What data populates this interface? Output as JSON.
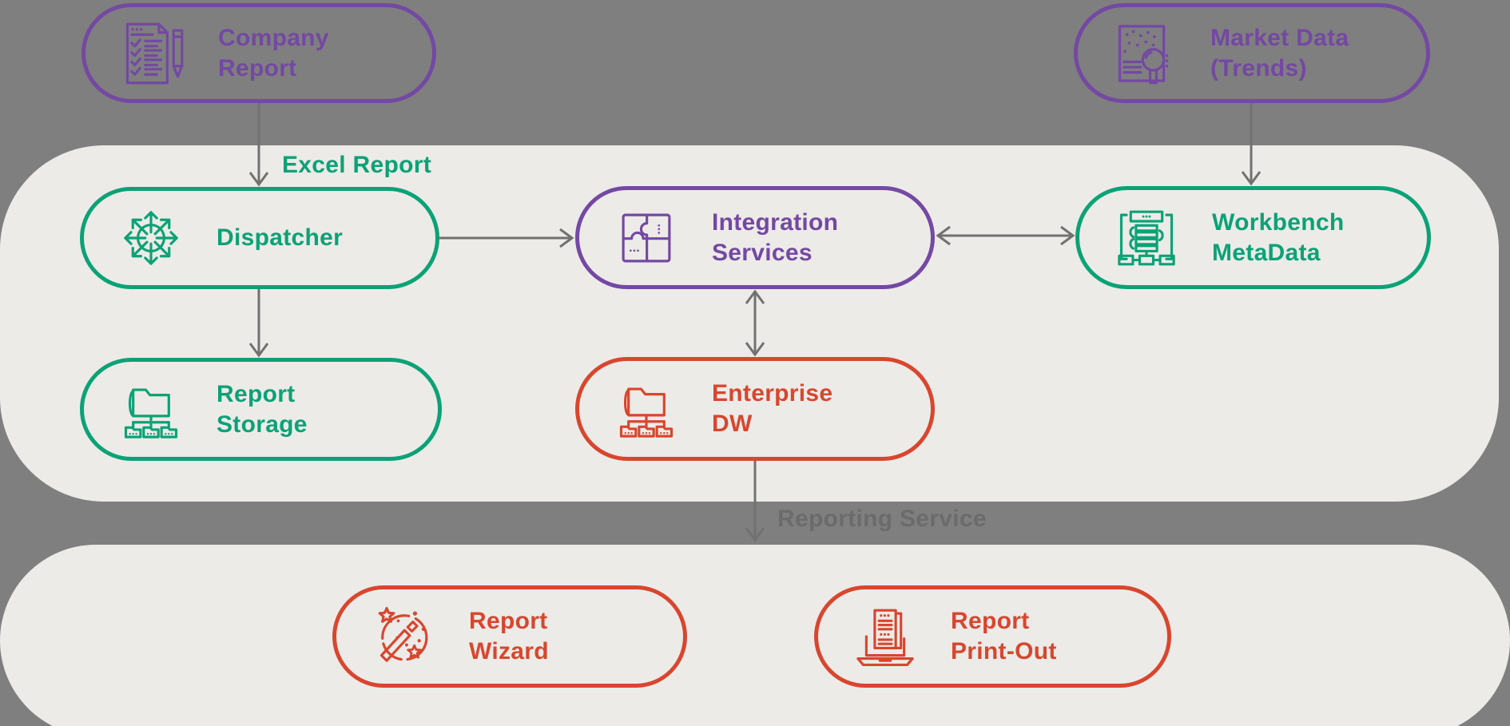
{
  "title": "Reporting architecture diagram",
  "colors": {
    "background": "#7F7F7F",
    "band": "#ECEBE8",
    "purple": "#7448A3",
    "green": "#0BA276",
    "red": "#D8462E",
    "connector": "#717171",
    "band_label": "#6B6B6B"
  },
  "nodes": [
    {
      "id": "company-report",
      "label_lines": [
        "Company",
        "Report"
      ],
      "color": "purple",
      "icon": "checklist-pen-icon"
    },
    {
      "id": "market-data",
      "label_lines": [
        "Market Data",
        "(Trends)"
      ],
      "color": "purple",
      "icon": "document-magnifier-icon"
    },
    {
      "id": "dispatcher",
      "label_lines": [
        "Dispatcher"
      ],
      "color": "green",
      "icon": "dispatch-arrows-icon"
    },
    {
      "id": "integration-services",
      "label_lines": [
        "Integration",
        "Services"
      ],
      "color": "purple",
      "icon": "puzzle-icon"
    },
    {
      "id": "workbench-metadata",
      "label_lines": [
        "Workbench",
        "MetaData"
      ],
      "color": "green",
      "icon": "metadata-stack-icon"
    },
    {
      "id": "report-storage",
      "label_lines": [
        "Report",
        "Storage"
      ],
      "color": "green",
      "icon": "folder-tree-icon"
    },
    {
      "id": "enterprise-dw",
      "label_lines": [
        "Enterprise",
        "DW"
      ],
      "color": "red",
      "icon": "folder-tree-icon"
    },
    {
      "id": "report-wizard",
      "label_lines": [
        "Report",
        "Wizard"
      ],
      "color": "red",
      "icon": "magic-wand-icon"
    },
    {
      "id": "report-printout",
      "label_lines": [
        "Report",
        "Print-Out"
      ],
      "color": "red",
      "icon": "laptop-report-icon"
    }
  ],
  "edge_labels": {
    "excel_report": "Excel Report",
    "reporting_service": "Reporting Service"
  },
  "connectors": [
    {
      "from": "company-report",
      "to": "dispatcher",
      "style": "arrow"
    },
    {
      "from": "market-data",
      "to": "workbench-metadata",
      "style": "arrow"
    },
    {
      "from": "dispatcher",
      "to": "integration-services",
      "style": "arrow"
    },
    {
      "from": "integration-services",
      "to": "workbench-metadata",
      "style": "double-arrow"
    },
    {
      "from": "integration-services",
      "to": "enterprise-dw",
      "style": "double-arrow"
    },
    {
      "from": "dispatcher",
      "to": "report-storage",
      "style": "arrow"
    },
    {
      "from": "enterprise-dw",
      "to": "reporting-service-band",
      "style": "arrow"
    }
  ]
}
